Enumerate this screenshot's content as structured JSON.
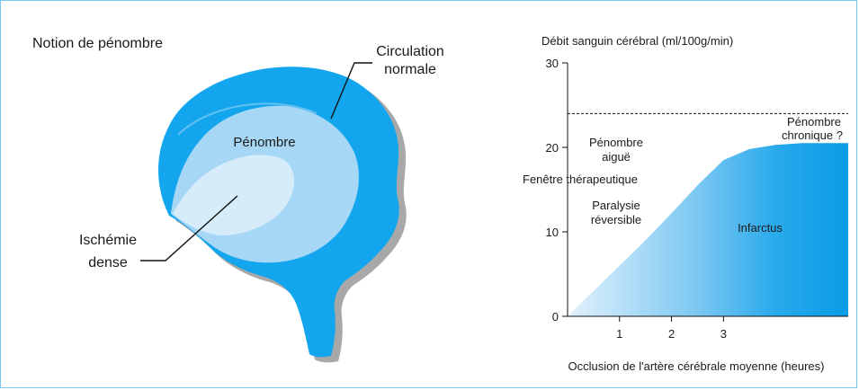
{
  "figure": {
    "left_title": "Notion de pénombre",
    "brain_labels": {
      "circulation_line1": "Circulation",
      "circulation_line2": "normale",
      "penumbra": "Pénombre",
      "ischemia_line1": "Ischémie",
      "ischemia_line2": "dense"
    },
    "colors": {
      "frame_border": "#7fc7ee",
      "brain_blue": "#13a6ee",
      "penumbra_blue": "#a6d8f6",
      "core_blue": "#d6ecfb",
      "shadow_gray": "#a8a8a8"
    }
  },
  "chart_data": {
    "type": "area",
    "title": "Débit sanguin cérébral (ml/100g/min)",
    "xlabel": "Occlusion de l'artère cérébrale moyenne (heures)",
    "ylabel": "",
    "xlim": [
      0,
      5.4
    ],
    "ylim": [
      0,
      30
    ],
    "x_ticks": [
      "1",
      "2",
      "3"
    ],
    "y_ticks": [
      "0",
      "10",
      "20",
      "30"
    ],
    "threshold_line": {
      "y": 24,
      "style": "dashed"
    },
    "curve": {
      "x": [
        0,
        0.5,
        1,
        1.5,
        2,
        2.5,
        3,
        3.5,
        4,
        4.5,
        5,
        5.4
      ],
      "y": [
        0,
        3,
        6,
        9,
        12.2,
        15.5,
        18.5,
        19.8,
        20.3,
        20.5,
        20.5,
        20.5
      ]
    },
    "annotations": {
      "acute_line1": "Pénombre",
      "acute_line2": "aiguë",
      "window": "Fenêtre thérapeutique",
      "reversible_line1": "Paralysie",
      "reversible_line2": "réversible",
      "infarct": "Infarctus",
      "chronic_line1": "Pénombre",
      "chronic_line2": "chronique ?"
    },
    "grid": false,
    "legend": "none"
  }
}
